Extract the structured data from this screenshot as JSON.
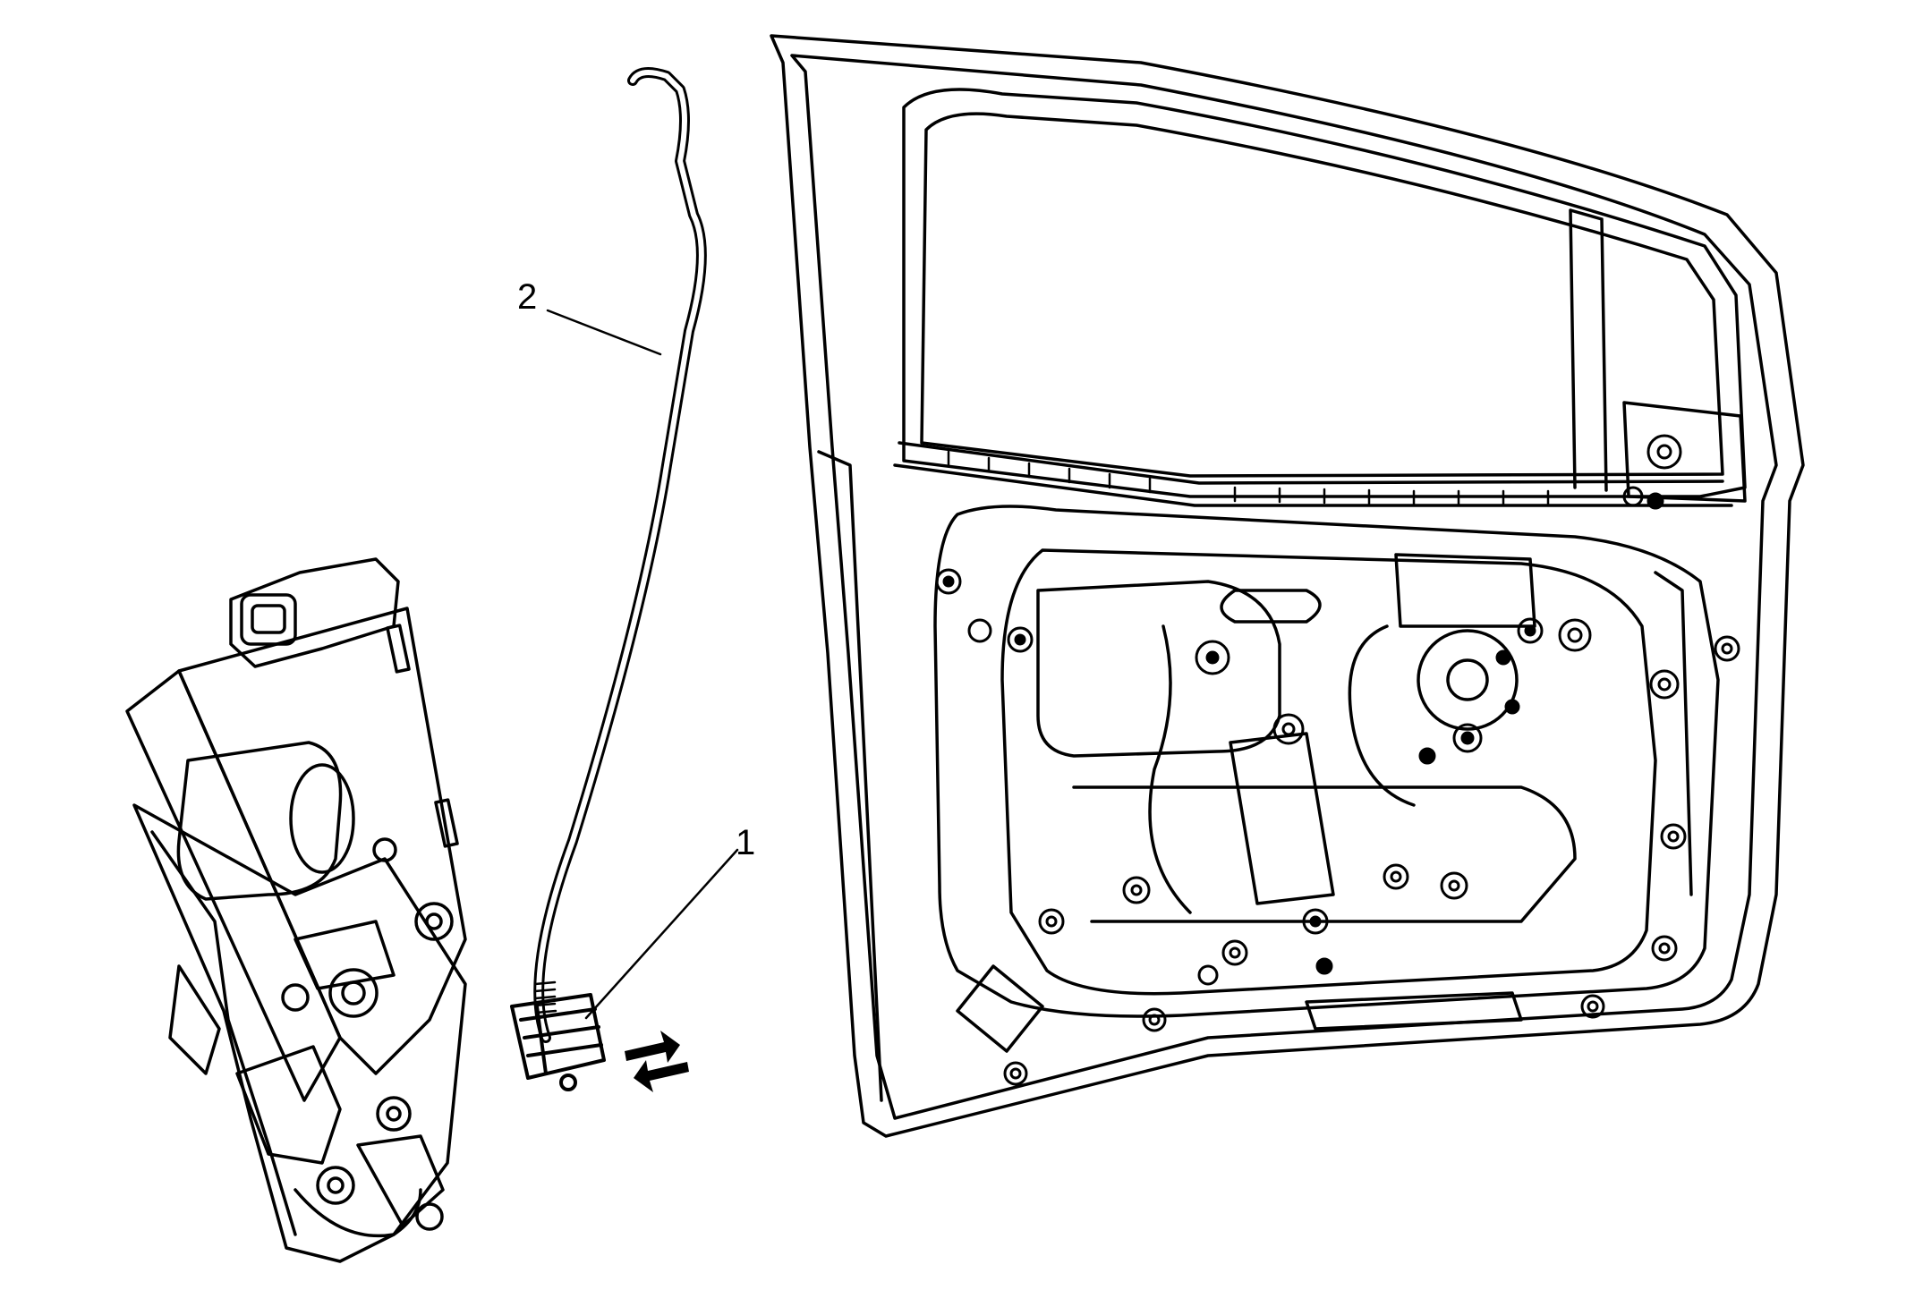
{
  "callouts": [
    {
      "number": "1",
      "part": "lock-rod-clip"
    },
    {
      "number": "2",
      "part": "lock-rod"
    }
  ],
  "colors": {
    "line": "#000000",
    "background": "#ffffff"
  },
  "icons": [
    "double-arrow-icon"
  ]
}
